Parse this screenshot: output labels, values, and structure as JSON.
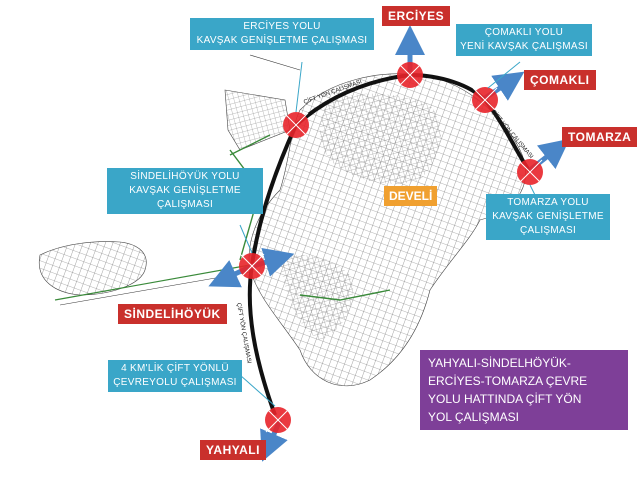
{
  "map": {
    "city_label": "DEVELİ",
    "destinations": {
      "erciyes": "ERCİYES",
      "comakli": "ÇOMAKLI",
      "tomarza": "TOMARZA",
      "sindelihoyuk": "SİNDELİHÖYÜK",
      "yahyali": "YAHYALI"
    },
    "callouts": {
      "erciyes_junction": [
        "ERCİYES YOLU",
        "KAVŞAK GENİŞLETME ÇALIŞMASI"
      ],
      "comakli_junction": [
        "ÇOMAKLI YOLU",
        "YENİ KAVŞAK ÇALIŞMASI"
      ],
      "tomarza_junction": [
        "TOMARZA YOLU",
        "KAVŞAK GENİŞLETME",
        "ÇALIŞMASI"
      ],
      "sindelihoyuk_junction": [
        "SİNDELİHÖYÜK YOLU",
        "KAVŞAK GENİŞLETME",
        "ÇALIŞMASI"
      ],
      "ring_road": [
        "4 KM'LİK ÇİFT YÖNLÜ",
        "ÇEVREYOLU ÇALIŞMASI"
      ]
    },
    "summary": [
      "YAHYALI-SİNDELHÖYÜK-",
      "ERCİYES-TOMARZA ÇEVRE",
      "YOLU HATTINDA ÇİFT YÖN",
      "YOL ÇALIŞMASI"
    ],
    "road_labels": {
      "north": "ÇİFT YÖN ÇALIŞMASI",
      "east": "ÇİFT YÖN ÇALIŞMASI",
      "west": "ÇİFT YÖN ÇALIŞMASI"
    },
    "colors": {
      "callout": "#3aa6c8",
      "destination": "#c9302c",
      "city": "#f0a030",
      "summary": "#7e3f98",
      "junction": "#e8232a",
      "arrow": "#4a86c8",
      "ring_road": "#111111",
      "street_grid": "#555555"
    }
  }
}
